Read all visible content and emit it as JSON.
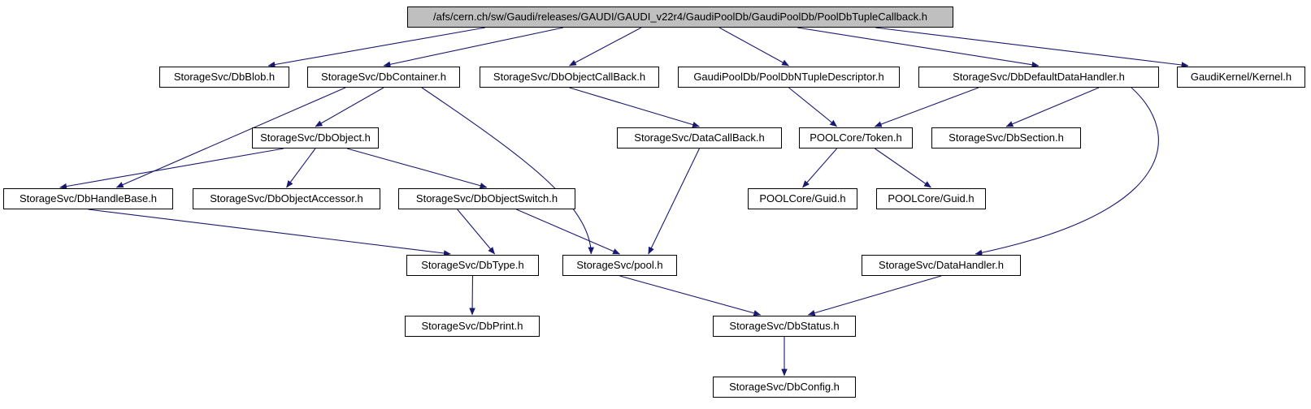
{
  "diagram": {
    "type": "include-dependency-graph",
    "nodes": [
      {
        "id": "root",
        "label": "/afs/cern.ch/sw/Gaudi/releases/GAUDI/GAUDI_v22r4/GaudiPoolDb/GaudiPoolDb/PoolDbTupleCallback.h",
        "kind": "current-file"
      },
      {
        "id": "dbblob",
        "label": "StorageSvc/DbBlob.h",
        "kind": "included-header"
      },
      {
        "id": "dbcontainer",
        "label": "StorageSvc/DbContainer.h",
        "kind": "included-header"
      },
      {
        "id": "dbobjectcallback",
        "label": "StorageSvc/DbObjectCallBack.h",
        "kind": "included-header"
      },
      {
        "id": "ntupledesc",
        "label": "GaudiPoolDb/PoolDbNTupleDescriptor.h",
        "kind": "included-header"
      },
      {
        "id": "dbdefaultdatahandler",
        "label": "StorageSvc/DbDefaultDataHandler.h",
        "kind": "included-header"
      },
      {
        "id": "kernel",
        "label": "GaudiKernel/Kernel.h",
        "kind": "included-header"
      },
      {
        "id": "dbobject",
        "label": "StorageSvc/DbObject.h",
        "kind": "included-header"
      },
      {
        "id": "datacallback",
        "label": "StorageSvc/DataCallBack.h",
        "kind": "included-header"
      },
      {
        "id": "token",
        "label": "POOLCore/Token.h",
        "kind": "included-header"
      },
      {
        "id": "dbsection",
        "label": "StorageSvc/DbSection.h",
        "kind": "included-header"
      },
      {
        "id": "dbhandlebase",
        "label": "StorageSvc/DbHandleBase.h",
        "kind": "included-header"
      },
      {
        "id": "dbobjectaccessor",
        "label": "StorageSvc/DbObjectAccessor.h",
        "kind": "included-header"
      },
      {
        "id": "dbobjectswitch",
        "label": "StorageSvc/DbObjectSwitch.h",
        "kind": "included-header"
      },
      {
        "id": "guid1",
        "label": "POOLCore/Guid.h",
        "kind": "included-header"
      },
      {
        "id": "guid2",
        "label": "POOLCore/Guid.h",
        "kind": "included-header"
      },
      {
        "id": "dbtype",
        "label": "StorageSvc/DbType.h",
        "kind": "included-header"
      },
      {
        "id": "pool",
        "label": "StorageSvc/pool.h",
        "kind": "included-header"
      },
      {
        "id": "datahandler",
        "label": "StorageSvc/DataHandler.h",
        "kind": "included-header"
      },
      {
        "id": "dbprint",
        "label": "StorageSvc/DbPrint.h",
        "kind": "included-header"
      },
      {
        "id": "dbstatus",
        "label": "StorageSvc/DbStatus.h",
        "kind": "included-header"
      },
      {
        "id": "dbconfig",
        "label": "StorageSvc/DbConfig.h",
        "kind": "included-header"
      }
    ],
    "edges": [
      {
        "from": "root",
        "to": "dbblob"
      },
      {
        "from": "root",
        "to": "dbcontainer"
      },
      {
        "from": "root",
        "to": "dbobjectcallback"
      },
      {
        "from": "root",
        "to": "ntupledesc"
      },
      {
        "from": "root",
        "to": "dbdefaultdatahandler"
      },
      {
        "from": "root",
        "to": "kernel"
      },
      {
        "from": "dbcontainer",
        "to": "dbhandlebase"
      },
      {
        "from": "dbcontainer",
        "to": "dbobject"
      },
      {
        "from": "dbcontainer",
        "to": "pool"
      },
      {
        "from": "dbobject",
        "to": "dbhandlebase"
      },
      {
        "from": "dbobject",
        "to": "dbobjectaccessor"
      },
      {
        "from": "dbobject",
        "to": "dbobjectswitch"
      },
      {
        "from": "dbobjectcallback",
        "to": "datacallback"
      },
      {
        "from": "datacallback",
        "to": "pool"
      },
      {
        "from": "dbobjectswitch",
        "to": "dbtype"
      },
      {
        "from": "dbobjectswitch",
        "to": "pool"
      },
      {
        "from": "dbhandlebase",
        "to": "dbtype"
      },
      {
        "from": "dbtype",
        "to": "dbprint"
      },
      {
        "from": "pool",
        "to": "dbstatus"
      },
      {
        "from": "ntupledesc",
        "to": "token"
      },
      {
        "from": "dbdefaultdatahandler",
        "to": "token"
      },
      {
        "from": "dbdefaultdatahandler",
        "to": "dbsection"
      },
      {
        "from": "dbdefaultdatahandler",
        "to": "datahandler"
      },
      {
        "from": "token",
        "to": "guid1"
      },
      {
        "from": "token",
        "to": "guid2"
      },
      {
        "from": "datahandler",
        "to": "dbstatus"
      },
      {
        "from": "dbstatus",
        "to": "dbconfig"
      }
    ]
  },
  "colors": {
    "edge": "#191970",
    "node_border": "#000000",
    "node_fill": "#ffffff",
    "root_fill": "#bfbfbf",
    "text": "#000000",
    "background": "#ffffff"
  }
}
